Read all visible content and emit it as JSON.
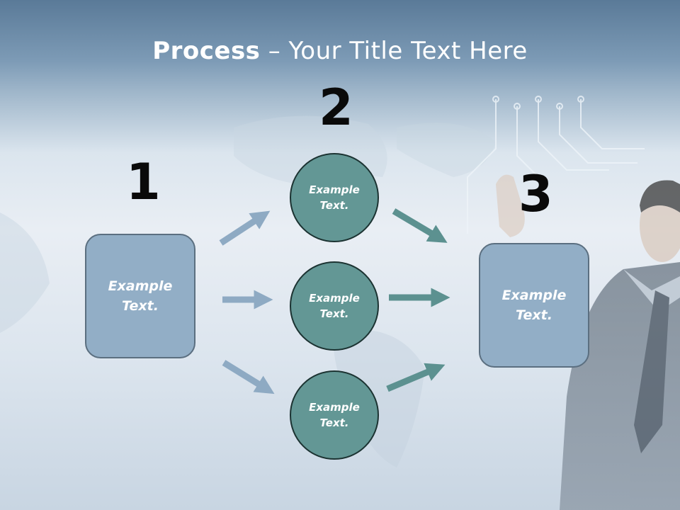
{
  "slide": {
    "title_bold": "Process",
    "title_rest": " – Your Title Text Here"
  },
  "steps": {
    "n1": "1",
    "n2": "2",
    "n3": "3"
  },
  "nodes": {
    "left_box": [
      "Example",
      "Text."
    ],
    "circle_top": [
      "Example",
      "Text."
    ],
    "circle_mid": [
      "Example",
      "Text."
    ],
    "circle_bot": [
      "Example",
      "Text."
    ],
    "right_box": [
      "Example",
      "Text."
    ]
  },
  "colors": {
    "box_fill": "#92aec6",
    "circle_fill": "#639795",
    "arrow_light": "#8eaac3",
    "arrow_dark": "#5c9190"
  }
}
